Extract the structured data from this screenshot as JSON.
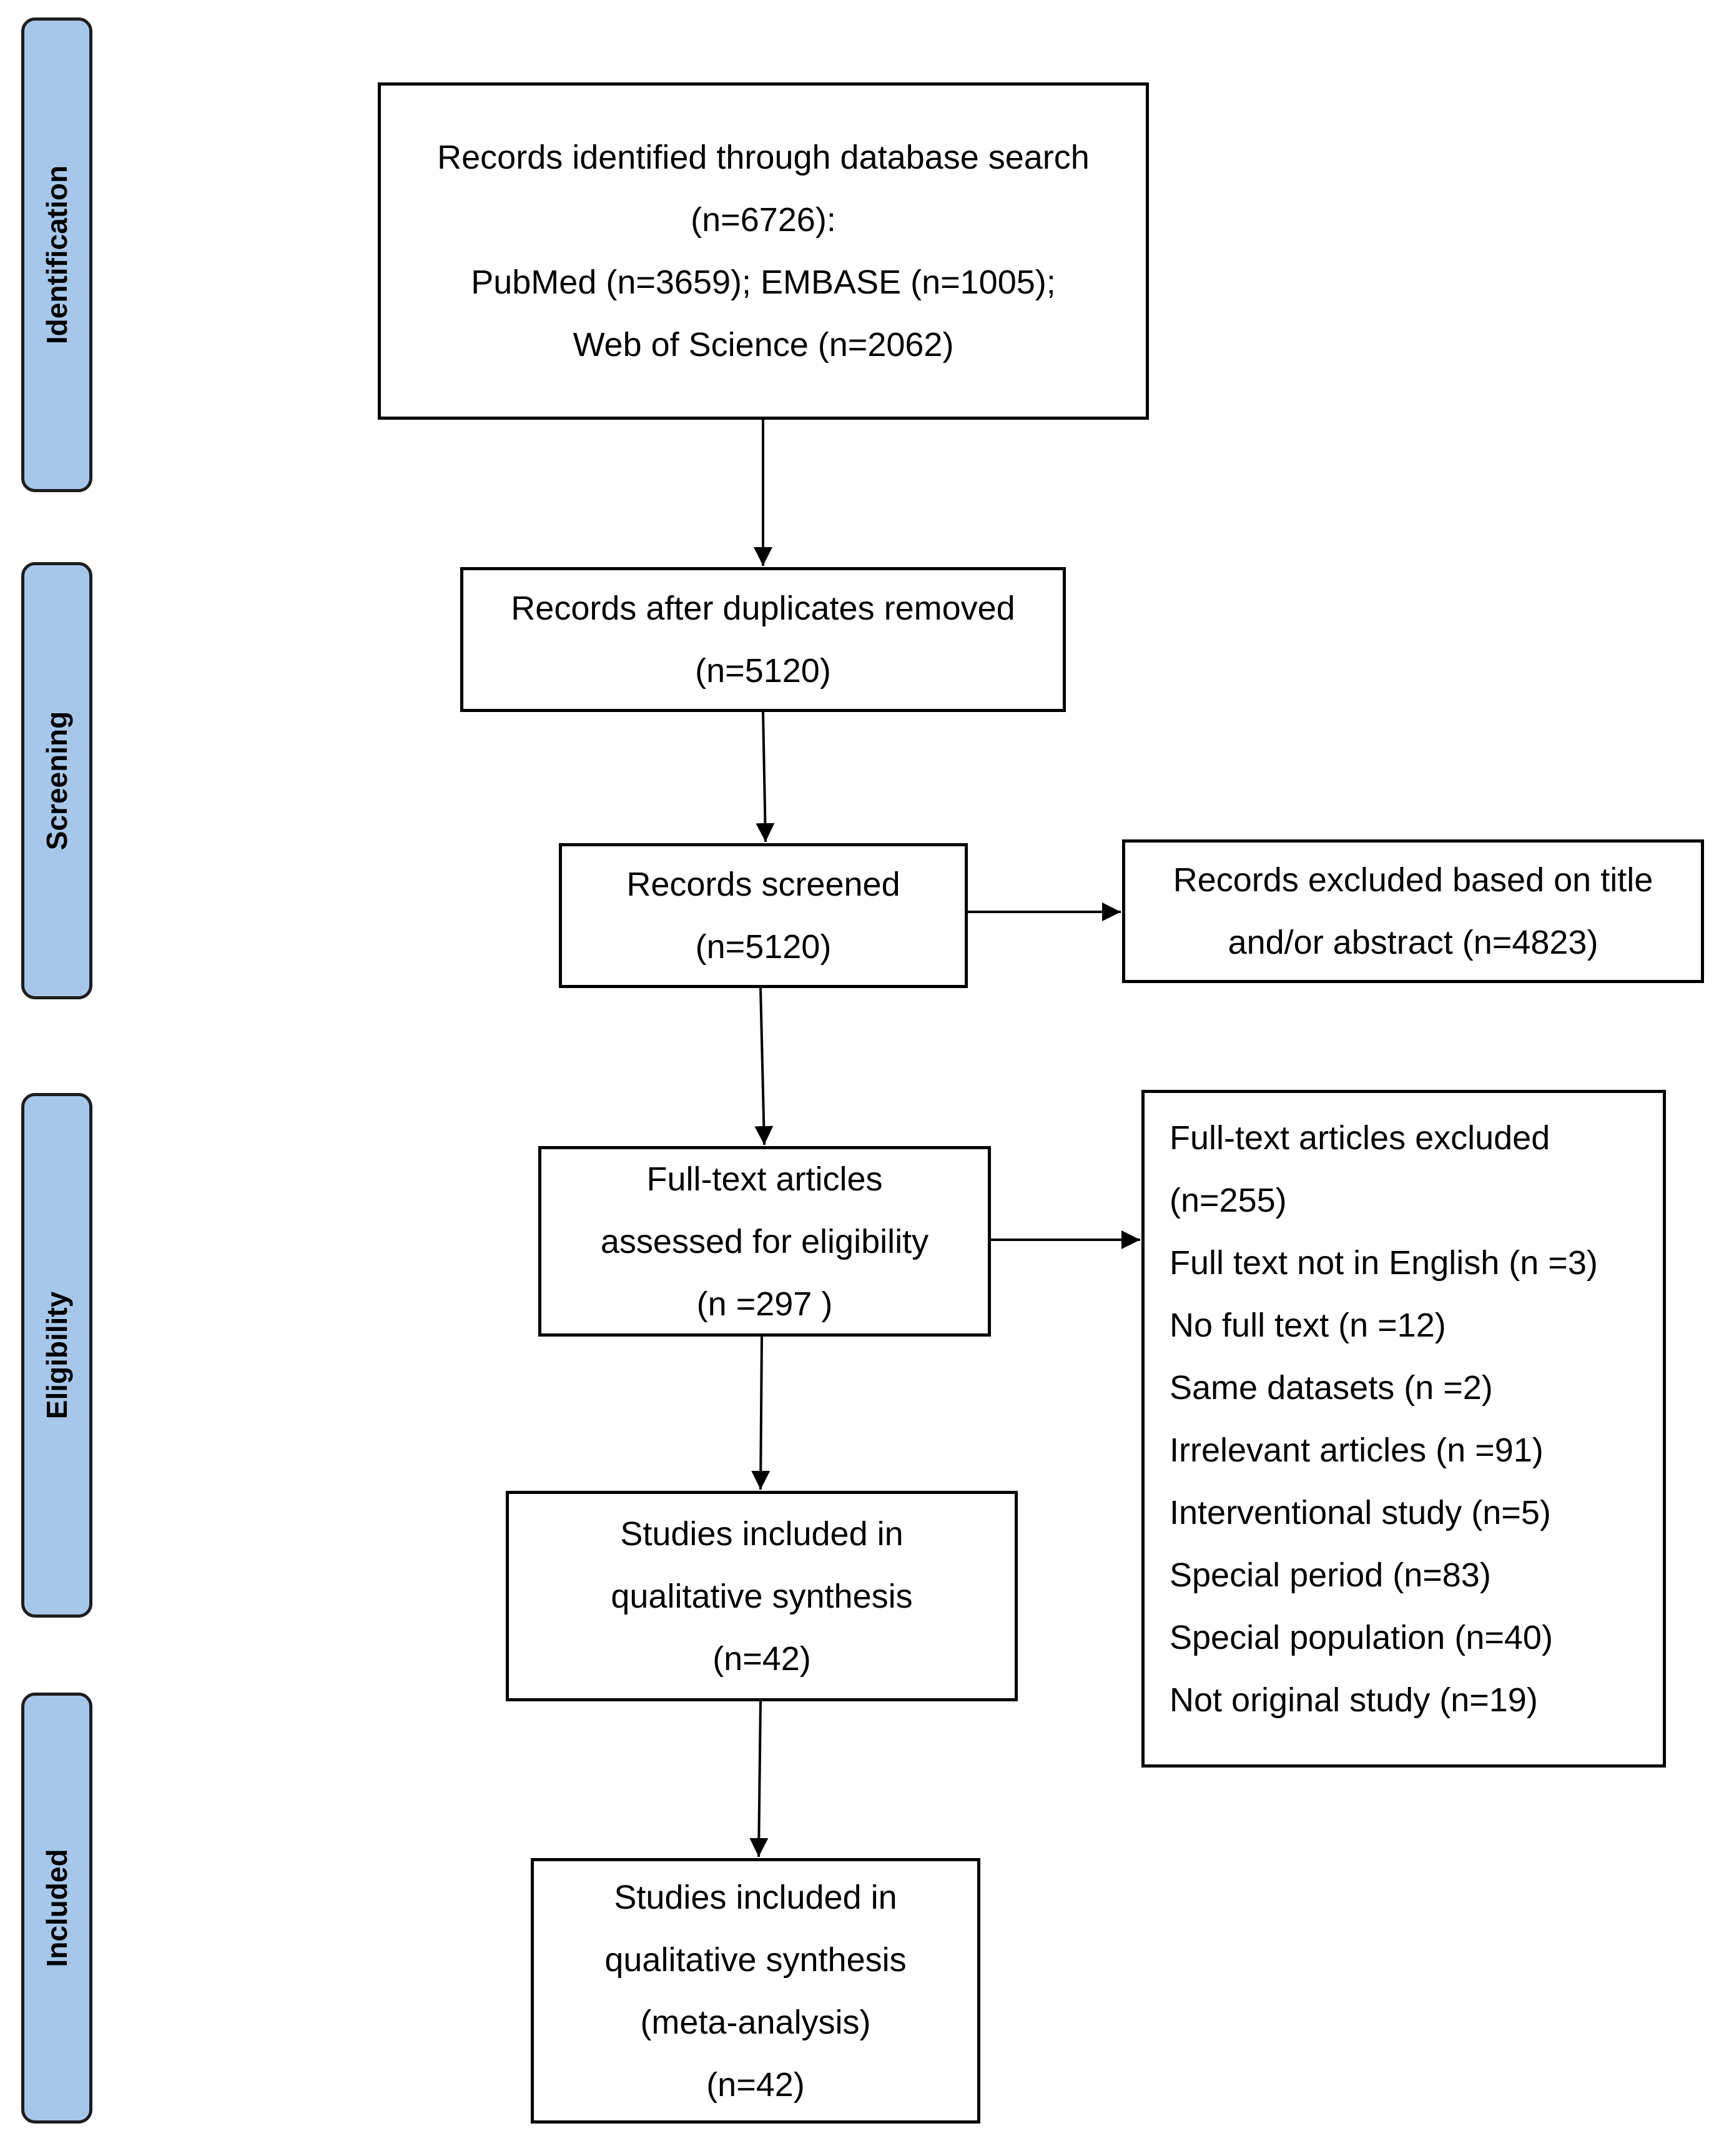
{
  "phases": {
    "identification": "Identification",
    "screening": "Screening",
    "eligibility": "Eligibility",
    "included": "Included"
  },
  "boxes": {
    "identified": [
      "Records identified through database search",
      "(n=6726):",
      "PubMed (n=3659); EMBASE (n=1005);",
      "Web of Science (n=2062)"
    ],
    "duplicates_removed": [
      "Records after duplicates removed",
      "(n=5120)"
    ],
    "screened": [
      "Records screened",
      "(n=5120)"
    ],
    "excluded_title_abstract": [
      "Records excluded based on title",
      "and/or abstract (n=4823)"
    ],
    "full_text_assessed": [
      "Full-text articles",
      "assessed for eligibility",
      "(n =297 )"
    ],
    "full_text_excluded": [
      "Full-text articles excluded",
      "(n=255)",
      "Full text not in English (n =3)",
      "No full text (n =12)",
      "Same datasets (n =2)",
      "Irrelevant articles (n =91)",
      "Interventional study (n=5)",
      "Special period (n=83)",
      "Special population (n=40)",
      "Not original study (n=19)"
    ],
    "qualitative_synthesis": [
      "Studies included in",
      "qualitative synthesis",
      "(n=42)"
    ],
    "meta_analysis": [
      "Studies included in",
      "qualitative synthesis",
      "(meta-analysis)",
      "(n=42)"
    ]
  },
  "colors": {
    "phase_fill": "#a7c7ea",
    "border": "#000000"
  }
}
